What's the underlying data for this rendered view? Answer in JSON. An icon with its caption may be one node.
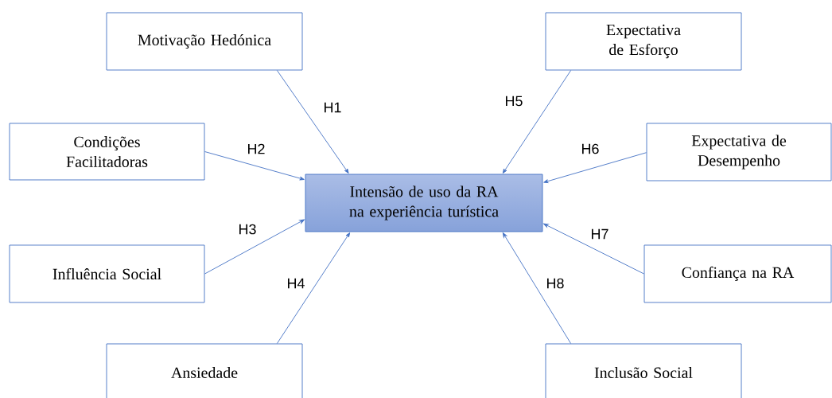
{
  "diagram": {
    "nodes": [
      {
        "text": [
          "Motivação Hedónica"
        ]
      },
      {
        "text": [
          "Expectativa de Esforço"
        ]
      },
      {
        "text": [
          "Condições Facilitadoras"
        ]
      },
      {
        "text": [
          "Expectativa de Desempenho"
        ]
      },
      {
        "text": [
          "Intensão de uso da RA na experiência turística"
        ]
      },
      {
        "text": [
          "Influência Social"
        ]
      },
      {
        "text": [
          "Confiança na RA"
        ]
      },
      {
        "text": [
          "Ansiedade"
        ]
      },
      {
        "text": [
          "Inclusão Social"
        ]
      }
    ],
    "edges": [
      {
        "from": 0,
        "to": 4,
        "arrow": "to",
        "label": "H1"
      },
      {
        "from": 2,
        "to": 4,
        "arrow": "to",
        "label": "H2"
      },
      {
        "from": 5,
        "to": 4,
        "arrow": "to",
        "label": "H3"
      },
      {
        "from": 7,
        "to": 4,
        "arrow": "to",
        "label": "H4"
      },
      {
        "from": 1,
        "to": 4,
        "arrow": "to",
        "label": "H5"
      },
      {
        "from": 3,
        "to": 4,
        "arrow": "to",
        "label": "H6"
      },
      {
        "from": 6,
        "to": 4,
        "arrow": "to",
        "label": "H7"
      },
      {
        "from": 8,
        "to": 4,
        "arrow": "to",
        "label": "H8"
      }
    ]
  }
}
